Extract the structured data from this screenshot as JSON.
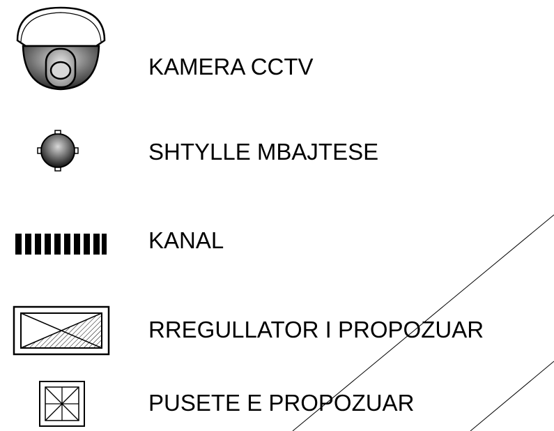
{
  "legend": {
    "items": [
      {
        "icon": "dome-camera-icon",
        "label": "KAMERA CCTV"
      },
      {
        "icon": "support-pole-icon",
        "label": "SHTYLLE MBAJTESE"
      },
      {
        "icon": "channel-hatch-icon",
        "label": "KANAL"
      },
      {
        "icon": "regulator-box-icon",
        "label": "RREGULLATOR I PROPOZUAR"
      },
      {
        "icon": "manhole-icon",
        "label": "PUSETE E PROPOZUAR"
      }
    ]
  },
  "colors": {
    "ink": "#000000",
    "background": "#ffffff"
  }
}
